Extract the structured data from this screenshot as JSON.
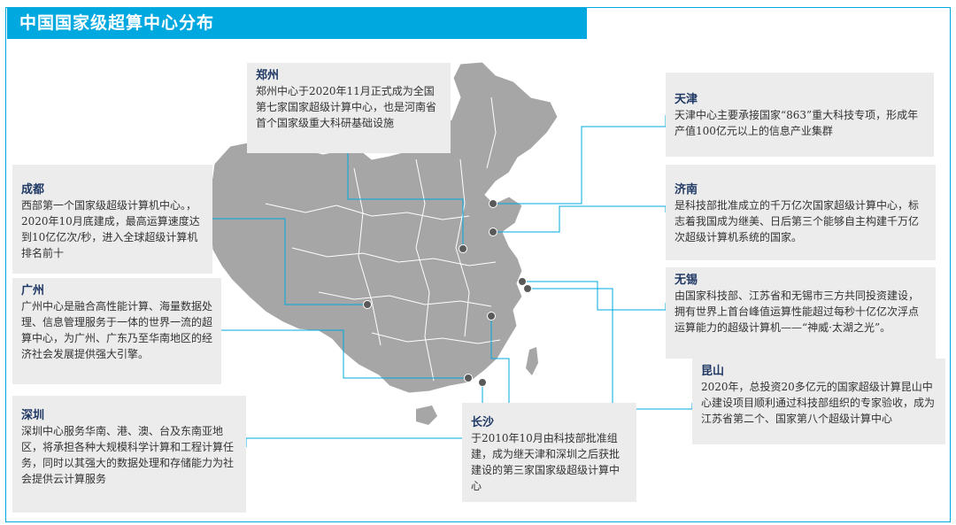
{
  "title": "中国国家级超算中心分布",
  "colors": {
    "accent": "#00a8e0",
    "map_fill": "#a6a6a6",
    "line": "#00a8e0",
    "dot": "#595959",
    "card_bg": "#ececec"
  },
  "centers": [
    {
      "key": "zhengzhou",
      "name": "郑州",
      "desc": "郑州中心于2020年11月正式成为全国第七家国家超级计算中心，也是河南省首个国家级重大科研基础设施"
    },
    {
      "key": "tianjin",
      "name": "天津",
      "desc": "天津中心主要承接国家“863”重大科技专项，形成年产值100亿元以上的信息产业集群"
    },
    {
      "key": "chengdu",
      "name": "成都",
      "desc": "西部第一个国家级超级计算机中心。，2020年10月底建成，最高运算速度达到10亿亿次/秒，进入全球超级计算机排名前十"
    },
    {
      "key": "jinan",
      "name": "济南",
      "desc": "是科技部批准成立的千万亿次国家超级计算中心，标志着我国成为继美、日后第三个能够自主构建千万亿次超级计算机系统的国家。"
    },
    {
      "key": "guangzhou",
      "name": "广州",
      "desc": "广州中心是融合高性能计算、海量数据处理、信息管理服务于一体的世界一流的超算中心，为广州、广东乃至华南地区的经济社会发展提供强大引擎。"
    },
    {
      "key": "wuxi",
      "name": "无锡",
      "desc": "由国家科技部、江苏省和无锡市三方共同投资建设，拥有世界上首台峰值运算性能超过每秒十亿亿次浮点运算能力的超级计算机——“神威·太湖之光”。"
    },
    {
      "key": "kunshan",
      "name": "昆山",
      "desc": "2020年，总投资20多亿元的国家超级计算昆山中心建设项目顺利通过科技部组织的专家验收，成为江苏省第二个、国家第八个超级计算中心"
    },
    {
      "key": "shenzhen",
      "name": "深圳",
      "desc": "深圳中心服务华南、港、澳、台及东南亚地区，将承担各种大规模科学计算和工程计算任务，同时以其强大的数据处理和存储能力为社会提供云计算服务"
    },
    {
      "key": "changsha",
      "name": "长沙",
      "desc": "于2010年10月由科技部批准组建，成为继天津和深圳之后获批建设的第三家国家级超级计算中心"
    }
  ]
}
